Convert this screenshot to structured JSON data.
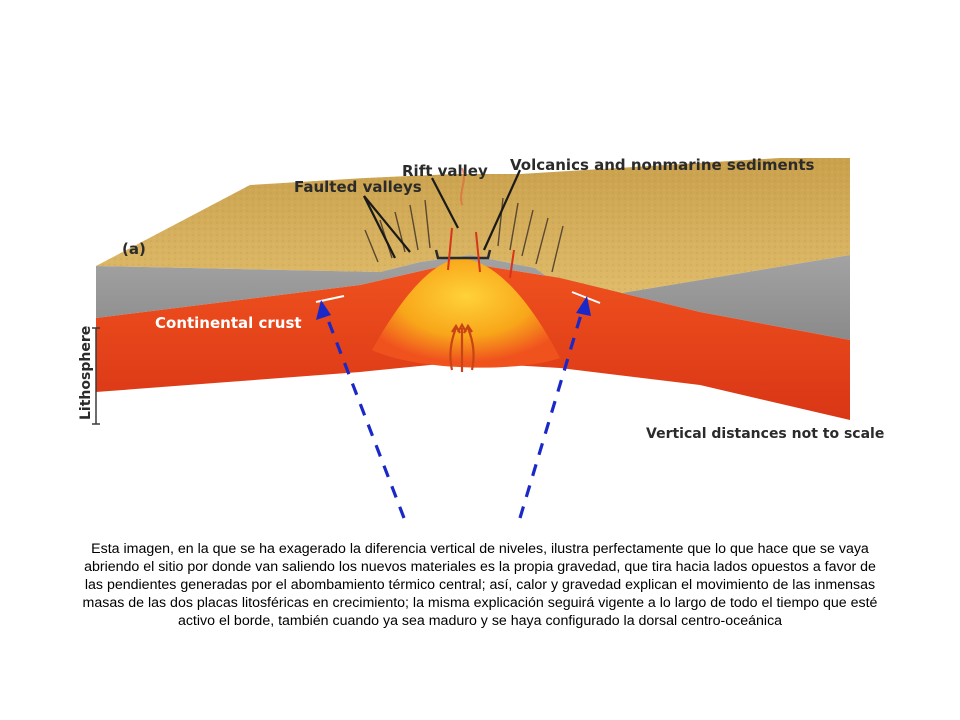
{
  "diagram": {
    "panel_label": "(a)",
    "labels": {
      "faulted_valleys": "Faulted valleys",
      "rift_valley": "Rift valley",
      "volcanics": "Volcanics and nonmarine sediments",
      "continental_crust": "Continental crust",
      "lithosphere": "Lithosphere",
      "scale_note": "Vertical distances not to scale"
    },
    "colors": {
      "surface": "#d8b260",
      "crust": "#9a9a9a",
      "mantle": "#e8431c",
      "magma": "#f7b21a",
      "arrow": "#1a28c8"
    }
  },
  "caption": "Esta imagen, en la que se ha exagerado la diferencia vertical de niveles, ilustra perfectamente que lo que hace que se vaya abriendo el sitio por donde van saliendo los nuevos materiales es la propia gravedad, que tira hacia lados opuestos a favor de las pendientes generadas por el abombamiento térmico central; así, calor y gravedad explican el movimiento de las inmensas masas de las dos placas litosféricas en crecimiento; la misma explicación seguirá vigente a lo largo de todo el tiempo que esté activo el borde, también cuando ya sea maduro y se haya configurado la dorsal centro-oceánica"
}
